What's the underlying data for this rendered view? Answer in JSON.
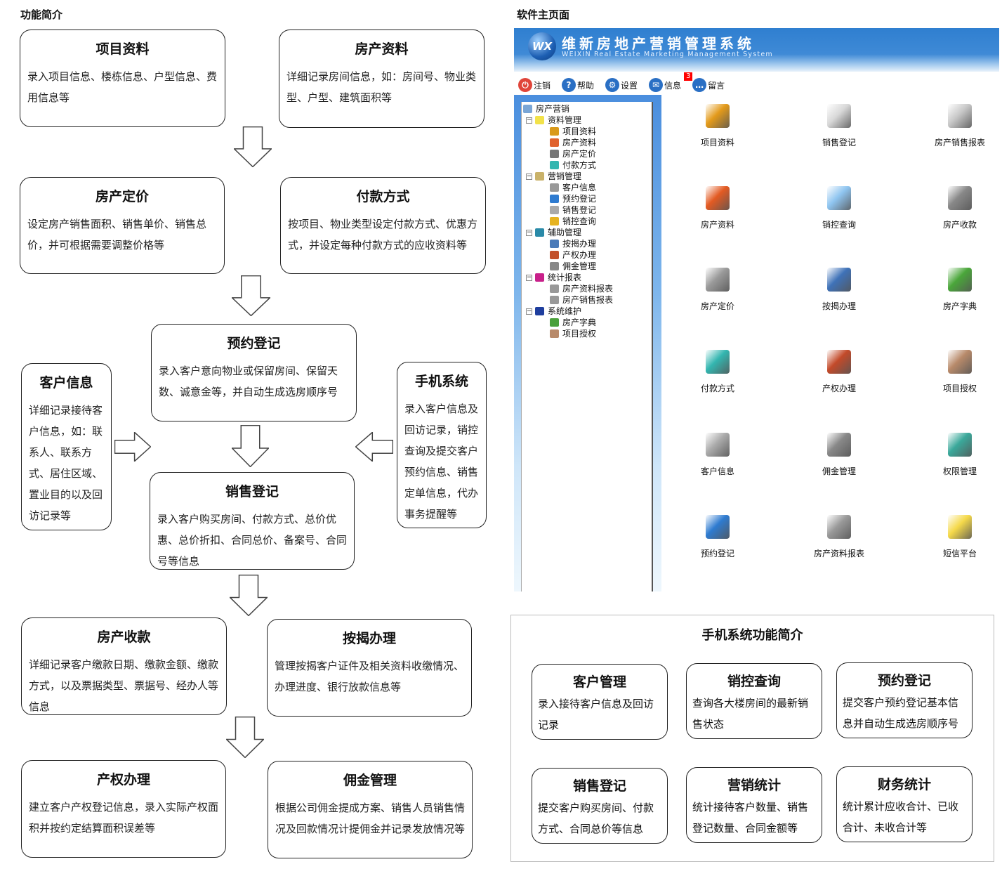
{
  "left_title": "功能简介",
  "right_title": "软件主页面",
  "flow": [
    {
      "title": "项目资料",
      "text": "录入项目信息、楼栋信息、户型信息、费用信息等"
    },
    {
      "title": "房产资料",
      "text": "详细记录房间信息，如：房间号、物业类型、户型、建筑面积等"
    },
    {
      "title": "房产定价",
      "text": "设定房产销售面积、销售单价、销售总价，并可根据需要调整价格等"
    },
    {
      "title": "付款方式",
      "text": "按项目、物业类型设定付款方式、优惠方式，并设定每种付款方式的应收资料等"
    },
    {
      "title": "预约登记",
      "text": "录入客户意向物业或保留房间、保留天数、诚意金等，并自动生成选房顺序号"
    },
    {
      "title": "客户信息",
      "text": "详细记录接待客户信息，如：联系人、联系方式、居住区域、置业目的以及回访记录等"
    },
    {
      "title": "手机系统",
      "text": "录入客户信息及回访记录，销控查询及提交客户预约信息、销售定单信息，代办事务提醒等"
    },
    {
      "title": "销售登记",
      "text": "录入客户购买房间、付款方式、总价优惠、总价折扣、合同总价、备案号、合同号等信息"
    },
    {
      "title": "房产收款",
      "text": "详细记录客户缴款日期、缴款金额、缴款方式，以及票据类型、票据号、经办人等信息"
    },
    {
      "title": "按揭办理",
      "text": "管理按揭客户证件及相关资料收缴情况、办理进度、银行放款信息等"
    },
    {
      "title": "产权办理",
      "text": "建立客户产权登记信息，录入实际产权面积并按约定结算面积误差等"
    },
    {
      "title": "佣金管理",
      "text": "根据公司佣金提成方案、销售人员销售情况及回款情况计提佣金并记录发放情况等"
    }
  ],
  "app": {
    "title": "维新房地产营销管理系统",
    "subtitle": "WEIXIN Real Estate Marketing Management System",
    "logo": "WX",
    "toolbar": [
      {
        "label": "注销",
        "icon": "power-icon",
        "glyph": "⏻",
        "color": "#e0453a"
      },
      {
        "label": "帮助",
        "icon": "help-icon",
        "glyph": "?",
        "color": "#2a6fc4"
      },
      {
        "label": "设置",
        "icon": "settings-icon",
        "glyph": "⚙",
        "color": "#2a6fc4"
      },
      {
        "label": "信息",
        "icon": "mail-icon",
        "glyph": "✉",
        "color": "#2a6fc4"
      },
      {
        "label": "留言",
        "icon": "comment-icon",
        "glyph": "…",
        "color": "#2a6fc4",
        "badge": "3"
      }
    ],
    "tree": [
      {
        "label": "房产营销",
        "level": 0,
        "color": "#7aa6d6"
      },
      {
        "label": "资料管理",
        "level": 1,
        "color": "#f2e24a"
      },
      {
        "label": "项目资料",
        "level": 2,
        "color": "#d99a1c"
      },
      {
        "label": "房产资料",
        "level": 2,
        "color": "#e0622d"
      },
      {
        "label": "房产定价",
        "level": 2,
        "color": "#777"
      },
      {
        "label": "付款方式",
        "level": 2,
        "color": "#33b6b0"
      },
      {
        "label": "营销管理",
        "level": 1,
        "color": "#c9b26a"
      },
      {
        "label": "客户信息",
        "level": 2,
        "color": "#999"
      },
      {
        "label": "预约登记",
        "level": 2,
        "color": "#2e7bd0"
      },
      {
        "label": "销售登记",
        "level": 2,
        "color": "#aaa"
      },
      {
        "label": "销控查询",
        "level": 2,
        "color": "#e6b320"
      },
      {
        "label": "辅助管理",
        "level": 1,
        "color": "#2a8aa8"
      },
      {
        "label": "按揭办理",
        "level": 2,
        "color": "#4a7ab8"
      },
      {
        "label": "产权办理",
        "level": 2,
        "color": "#c2502a"
      },
      {
        "label": "佣金管理",
        "level": 2,
        "color": "#888"
      },
      {
        "label": "统计报表",
        "level": 1,
        "color": "#c8208a"
      },
      {
        "label": "房产资料报表",
        "level": 2,
        "color": "#999"
      },
      {
        "label": "房产销售报表",
        "level": 2,
        "color": "#999"
      },
      {
        "label": "系统维护",
        "level": 1,
        "color": "#1f3e9e"
      },
      {
        "label": "房产字典",
        "level": 2,
        "color": "#4aa03a"
      },
      {
        "label": "项目授权",
        "level": 2,
        "color": "#b88a6a"
      }
    ],
    "grid": [
      {
        "label": "项目资料",
        "icon": "book-icon",
        "color": "#e39a1a"
      },
      {
        "label": "销售登记",
        "icon": "pencil-paper-icon",
        "color": "#d8d8d8"
      },
      {
        "label": "房产销售报表",
        "icon": "report-scroll-icon",
        "color": "#c8c8c8"
      },
      {
        "label": "房产资料",
        "icon": "house-icon",
        "color": "#e35a22"
      },
      {
        "label": "销控查询",
        "icon": "magnifier-icon",
        "color": "#8fc5f0"
      },
      {
        "label": "房产收款",
        "icon": "receipt-icon",
        "color": "#888"
      },
      {
        "label": "房产定价",
        "icon": "user-pricing-icon",
        "color": "#9a9a9a"
      },
      {
        "label": "按揭办理",
        "icon": "stamp-icon",
        "color": "#3f72b8"
      },
      {
        "label": "房产字典",
        "icon": "books-icon",
        "color": "#4aa63a"
      },
      {
        "label": "付款方式",
        "icon": "payment-icon",
        "color": "#33b6b0"
      },
      {
        "label": "产权办理",
        "icon": "certificate-icon",
        "color": "#c34a2a"
      },
      {
        "label": "项目授权",
        "icon": "handshake-icon",
        "color": "#b88a6a"
      },
      {
        "label": "客户信息",
        "icon": "fax-icon",
        "color": "#aaa"
      },
      {
        "label": "佣金管理",
        "icon": "group-icon",
        "color": "#888"
      },
      {
        "label": "权限管理",
        "icon": "permission-icon",
        "color": "#3aa89a"
      },
      {
        "label": "预约登记",
        "icon": "booking-icon",
        "color": "#2e7bd0"
      },
      {
        "label": "房产资料报表",
        "icon": "report-icon",
        "color": "#999"
      },
      {
        "label": "短信平台",
        "icon": "envelope-icon",
        "color": "#f5d94a"
      }
    ]
  },
  "mobile": {
    "title": "手机系统功能简介",
    "items": [
      {
        "title": "客户管理",
        "text": "录入接待客户信息及回访记录"
      },
      {
        "title": "销控查询",
        "text": "查询各大楼房间的最新销售状态"
      },
      {
        "title": "预约登记",
        "text": "提交客户预约登记基本信息并自动生成选房顺序号"
      },
      {
        "title": "销售登记",
        "text": "提交客户购买房间、付款方式、合同总价等信息"
      },
      {
        "title": "营销统计",
        "text": "统计接待客户数量、销售登记数量、合同金额等"
      },
      {
        "title": "财务统计",
        "text": "统计累计应收合计、已收合计、未收合计等"
      }
    ]
  }
}
